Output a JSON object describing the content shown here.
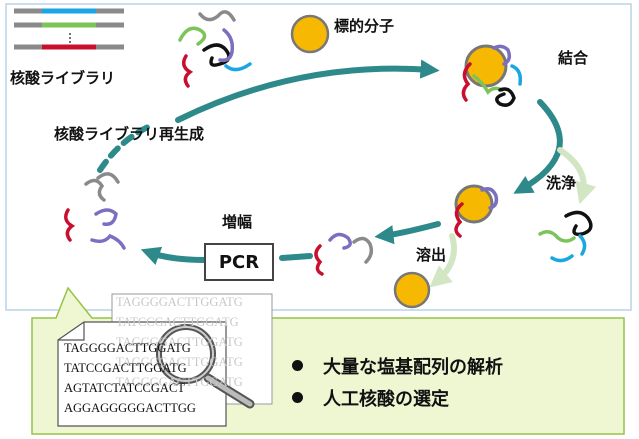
{
  "labels": {
    "library": "核酸ライブラリ",
    "target": "標的分子",
    "binding": "結合",
    "regenerate": "核酸ライブラリ再生成",
    "wash": "洗浄",
    "amplify": "増幅",
    "elute": "溶出",
    "pcr": "PCR"
  },
  "sequences_back": [
    "TAGGGGACTTGGATG",
    "TATCCGACTTGGATG",
    "TAGGGGACTTGGATG",
    "TAGGGGACTTGGATG",
    "TAGGGGACTTGGATG"
  ],
  "sequences_front": [
    "TAGGGGACTTGGATG",
    "TATCCGACTTGGATG",
    "AGTATCTATCCGACT",
    "AGGAGGGGGACTTGG"
  ],
  "bullets": [
    "大量な塩基配列の解析",
    "人工核酸の選定"
  ],
  "colors": {
    "arrow": "#2e8a8a",
    "arrow_light": "#d3e6c4",
    "target": "#f6b800",
    "callout": "#eef6d2",
    "callout_border": "#97c24a",
    "panel_border": "#b8d4e8",
    "strand_blue": "#1aa6e0",
    "strand_green": "#7cc35a",
    "strand_red": "#c8102e",
    "strand_purple": "#7a6fc0",
    "strand_black": "#111111",
    "strand_gray": "#8a8a8a"
  },
  "icons": [
    "magnifier-icon",
    "document-icon",
    "target-molecule-icon",
    "nucleic-acid-strand-icon"
  ]
}
